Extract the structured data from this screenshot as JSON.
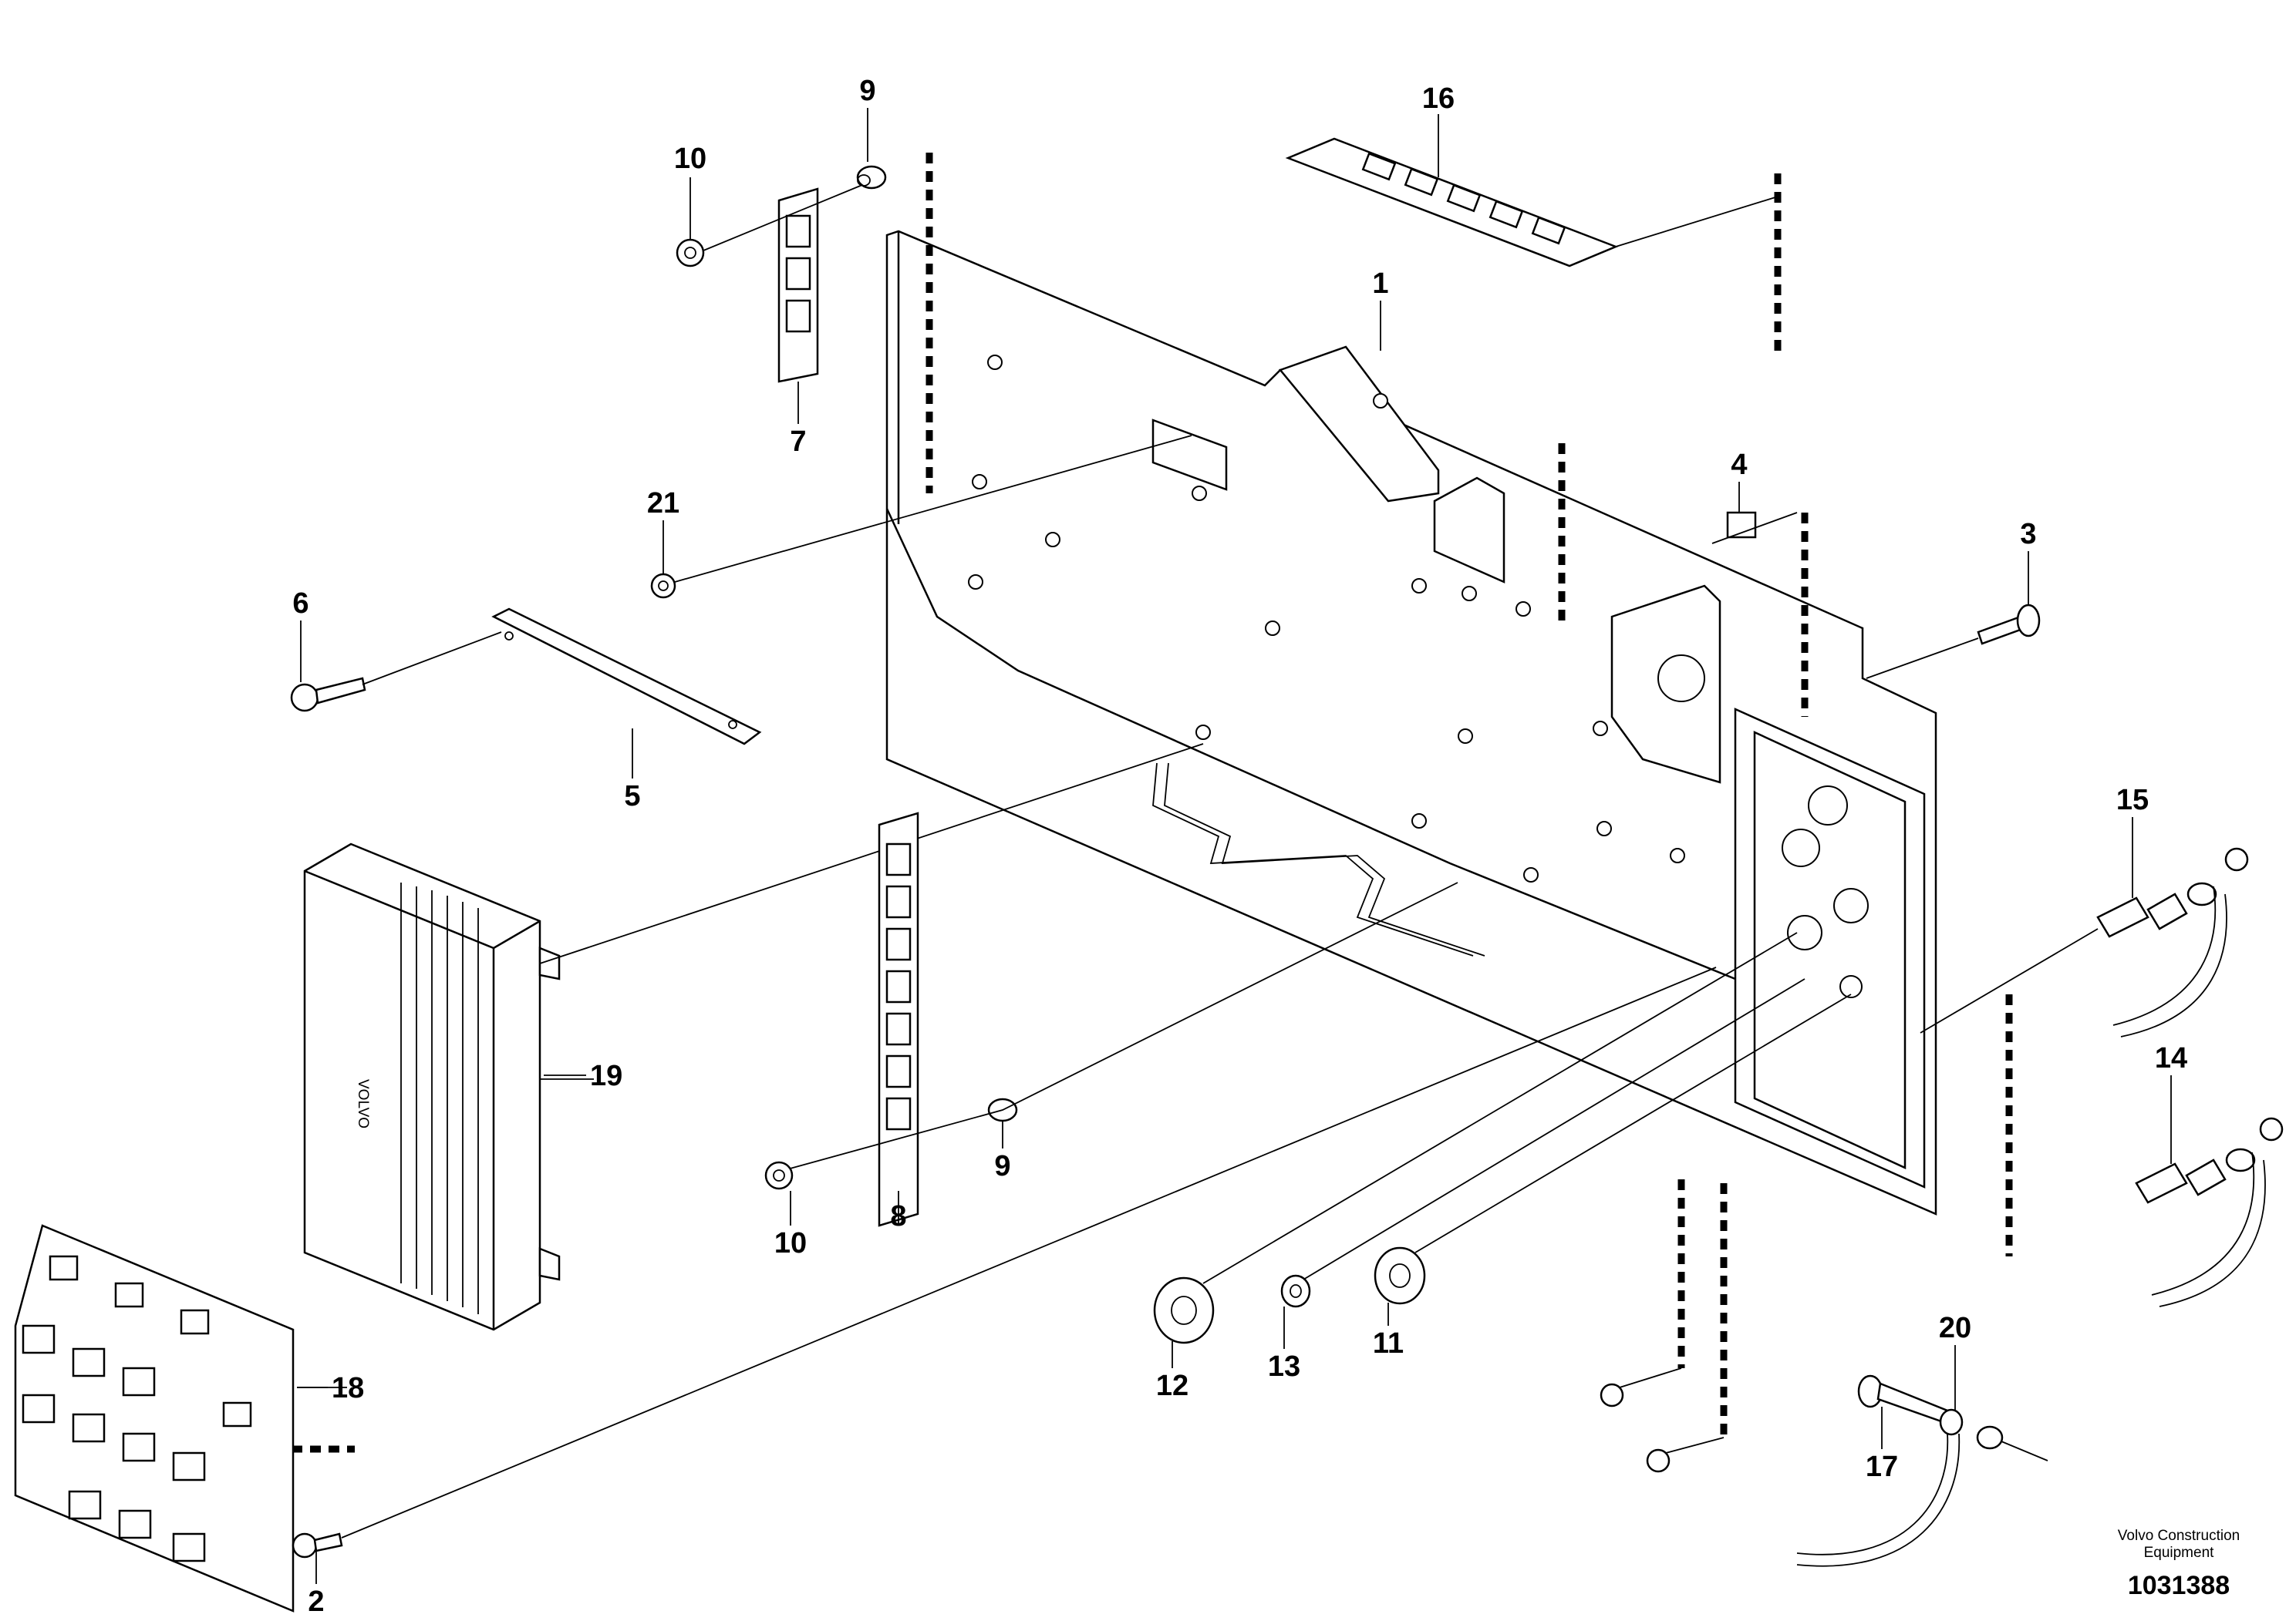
{
  "diagram": {
    "callouts": [
      {
        "id": "1",
        "label": "1"
      },
      {
        "id": "2",
        "label": "2"
      },
      {
        "id": "3",
        "label": "3"
      },
      {
        "id": "4",
        "label": "4"
      },
      {
        "id": "5",
        "label": "5"
      },
      {
        "id": "6",
        "label": "6"
      },
      {
        "id": "7",
        "label": "7"
      },
      {
        "id": "8",
        "label": "8"
      },
      {
        "id": "9a",
        "label": "9"
      },
      {
        "id": "9b",
        "label": "9"
      },
      {
        "id": "10a",
        "label": "10"
      },
      {
        "id": "10b",
        "label": "10"
      },
      {
        "id": "11",
        "label": "11"
      },
      {
        "id": "12",
        "label": "12"
      },
      {
        "id": "13",
        "label": "13"
      },
      {
        "id": "14",
        "label": "14"
      },
      {
        "id": "15",
        "label": "15"
      },
      {
        "id": "16",
        "label": "16"
      },
      {
        "id": "17",
        "label": "17"
      },
      {
        "id": "18",
        "label": "18"
      },
      {
        "id": "19",
        "label": "19"
      },
      {
        "id": "20",
        "label": "20"
      },
      {
        "id": "21",
        "label": "21"
      }
    ],
    "module_brand": "VOLVO",
    "credit_line1": "Volvo Construction",
    "credit_line2": "Equipment",
    "document_number": "1031388"
  }
}
